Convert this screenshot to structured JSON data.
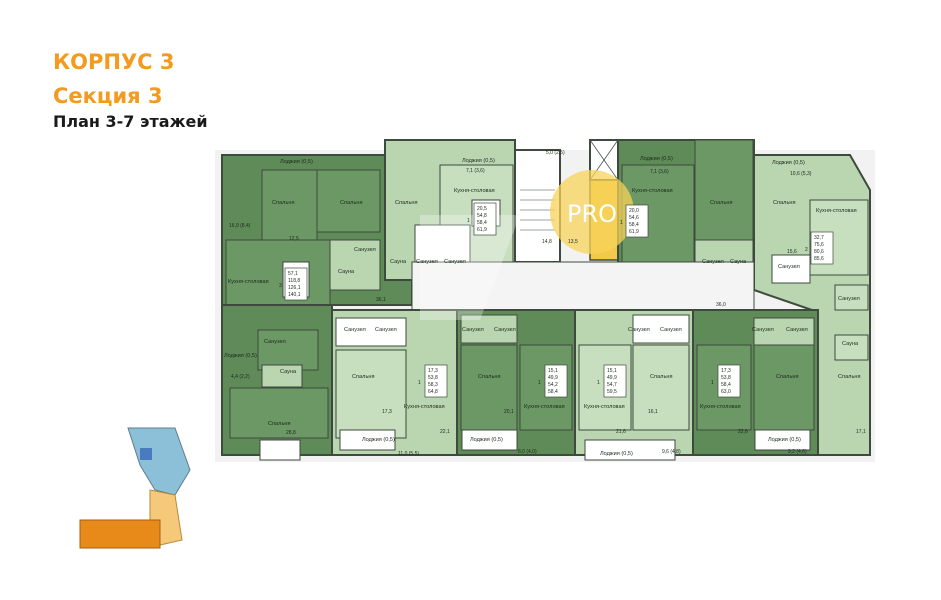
{
  "header": {
    "building": "КОРПУС 3",
    "section": "Секция 3",
    "floors": "План 3-7 этажей"
  },
  "watermark": "PRO",
  "colors": {
    "dark_green": "#5e8b58",
    "light_green": "#b9d6b0",
    "orange": "#f39a1f",
    "wall": "#3e4a3e"
  },
  "rooms": {
    "loggia": "Лоджия (0,5)",
    "bedroom": "Спальня",
    "kitchen": "Кухня-столовая",
    "bathroom": "Санузел",
    "sauna": "Сауна"
  },
  "apartments": [
    {
      "rooms": "3",
      "areas": [
        "57,1",
        "118,8",
        "126,1",
        "140,1"
      ]
    },
    {
      "rooms": "1",
      "areas": [
        "20,5",
        "54,8",
        "58,4",
        "61,9"
      ]
    },
    {
      "rooms": "1",
      "areas": [
        "20,0",
        "54,6",
        "58,4",
        "61,9"
      ]
    },
    {
      "rooms": "2",
      "areas": [
        "32,7",
        "75,6",
        "80,6",
        "85,6"
      ]
    },
    {
      "rooms": "1",
      "areas": [
        "17,3",
        "53,8",
        "58,3",
        "64,8"
      ]
    },
    {
      "rooms": "1",
      "areas": [
        "15,1",
        "49,9",
        "54,2",
        "58,4"
      ]
    },
    {
      "rooms": "1",
      "areas": [
        "15,1",
        "49,9",
        "54,7",
        "59,5"
      ]
    },
    {
      "rooms": "1",
      "areas": [
        "17,3",
        "53,8",
        "58,4",
        "63,0"
      ]
    }
  ],
  "dims": {
    "d1": "5,0 (2,5)",
    "d2": "7,1 (3,6)",
    "d3": "14,8",
    "d4": "13,5",
    "d5": "36,0",
    "d6": "36,1",
    "d7": "11,0 (5,5)",
    "d8": "8,0 (4,0)",
    "d9": "9,6 (4,8)",
    "d10": "9,2 (4,6)",
    "d11": "10,6 (5,3)",
    "d12": "15,6",
    "d13": "12,5",
    "d14": "28,8",
    "d15": "17,3",
    "d16": "22,1",
    "d17": "20,1",
    "d18": "21,6",
    "d19": "16,1",
    "d20": "22,6",
    "d21": "17,1",
    "d22": "7,1 (3,6)",
    "d23": "16,9 (8,4)",
    "d24": "4,4 (2,2)"
  }
}
